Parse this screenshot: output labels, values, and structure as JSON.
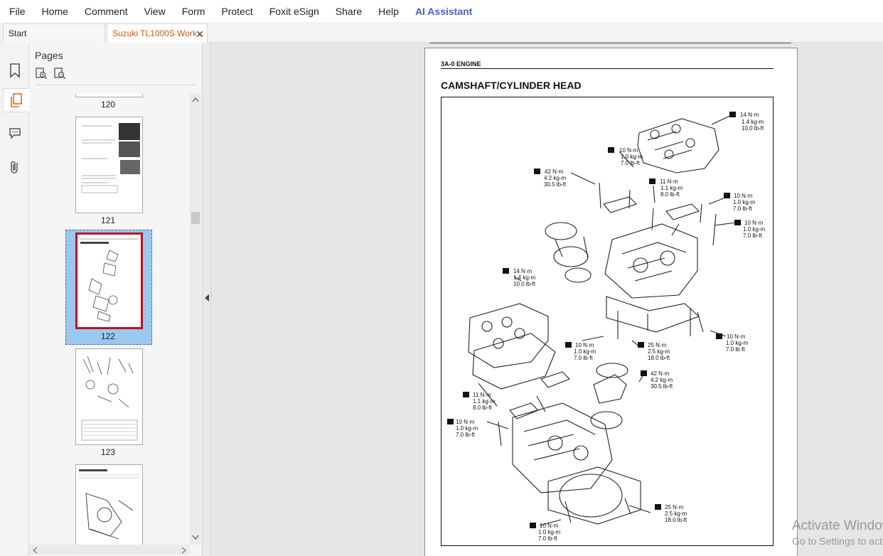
{
  "menu": [
    "File",
    "Home",
    "Comment",
    "View",
    "Form",
    "Protect",
    "Foxit eSign",
    "Share",
    "Help",
    "AI Assistant"
  ],
  "tabs": {
    "start": "Start",
    "doc": "Suzuki TL1000S Work..."
  },
  "panel": {
    "title": "Pages"
  },
  "thumbs": [
    {
      "label": "120"
    },
    {
      "label": "121"
    },
    {
      "label": "122"
    },
    {
      "label": "123"
    }
  ],
  "page": {
    "header": "3A-0 ENGINE",
    "title": "CAMSHAFT/CYLINDER HEAD"
  },
  "torque": [
    {
      "nm": "14 N·m",
      "kgm": "1.4 kg-m",
      "lbft": "10.0 lb-ft"
    },
    {
      "nm": "10 N·m",
      "kgm": "1.0 kg-m",
      "lbft": "7.0 lb-ft"
    },
    {
      "nm": "42 N·m",
      "kgm": "4.2 kg-m",
      "lbft": "30.5 lb-ft"
    },
    {
      "nm": "11 N·m",
      "kgm": "1.1 kg-m",
      "lbft": "8.0 lb-ft"
    },
    {
      "nm": "10 N·m",
      "kgm": "1.0 kg-m",
      "lbft": "7.0 lb-ft"
    },
    {
      "nm": "10 N·m",
      "kgm": "1.0 kg-m",
      "lbft": "7.0 lb-ft"
    },
    {
      "nm": "14 N·m",
      "kgm": "1.4 kg-m",
      "lbft": "10.0 lb-ft"
    },
    {
      "nm": "10 N·m",
      "kgm": "1.0 kg-m",
      "lbft": "7.0 lb-ft"
    },
    {
      "nm": "25 N·m",
      "kgm": "2.5 kg-m",
      "lbft": "18.0 lb-ft"
    },
    {
      "nm": "10 N·m",
      "kgm": "1.0 kg-m",
      "lbft": "7.0 lb-ft"
    },
    {
      "nm": "42 N·m",
      "kgm": "4.2 kg-m",
      "lbft": "30.5 lb-ft"
    },
    {
      "nm": "11 N·m",
      "kgm": "1.1 kg-m",
      "lbft": "8.0 lb-ft"
    },
    {
      "nm": "10 N·m",
      "kgm": "1.0 kg-m",
      "lbft": "7.0 lb-ft"
    },
    {
      "nm": "25 N·m",
      "kgm": "2.5 kg-m",
      "lbft": "18.0 lb-ft"
    },
    {
      "nm": "10 N·m",
      "kgm": "1.0 kg-m",
      "lbft": "7.0 lb-ft"
    }
  ],
  "watermark": {
    "line1": "Activate Windows",
    "line2": "Go to Settings to activate Windows."
  },
  "colors": {
    "accent_orange": "#cc5a14",
    "ai_blue": "#4b5bd8",
    "selection": "#9cc7ee",
    "selected_border": "#c0101a"
  },
  "icons": [
    "bookmark-icon",
    "pages-icon",
    "comment-icon",
    "attachment-icon",
    "zoom-in-page-icon",
    "zoom-out-page-icon",
    "collapse-arrow-icon"
  ]
}
